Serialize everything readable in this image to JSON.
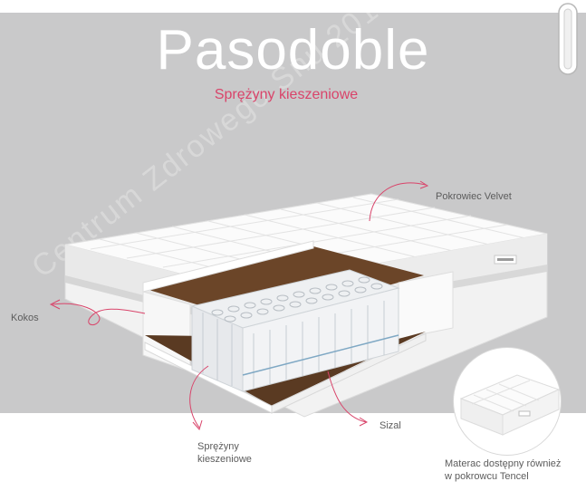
{
  "title": "Pasodoble",
  "subtitle": "Sprężyny kieszeniowe",
  "watermark": "Centrum Zdrowego Snu 2016",
  "labels": {
    "cover": "Pokrowiec Velvet",
    "coconut": "Kokos",
    "sisal": "Sizal",
    "springs_line1": "Sprężyny",
    "springs_line2": "kieszeniowe",
    "tencel_line1": "Materac dostępny również",
    "tencel_line2": "w pokrowcu Tencel"
  },
  "colors": {
    "background_band": "#c9c9ca",
    "title": "#ffffff",
    "subtitle": "#d9446a",
    "arrow": "#d9446a",
    "coconut_layer": "#5a3a22",
    "foam": "#f5f5f5"
  },
  "icons": {
    "scroll_handle": "scroll-handle-icon",
    "brand_tag": "brand-tag-icon"
  }
}
